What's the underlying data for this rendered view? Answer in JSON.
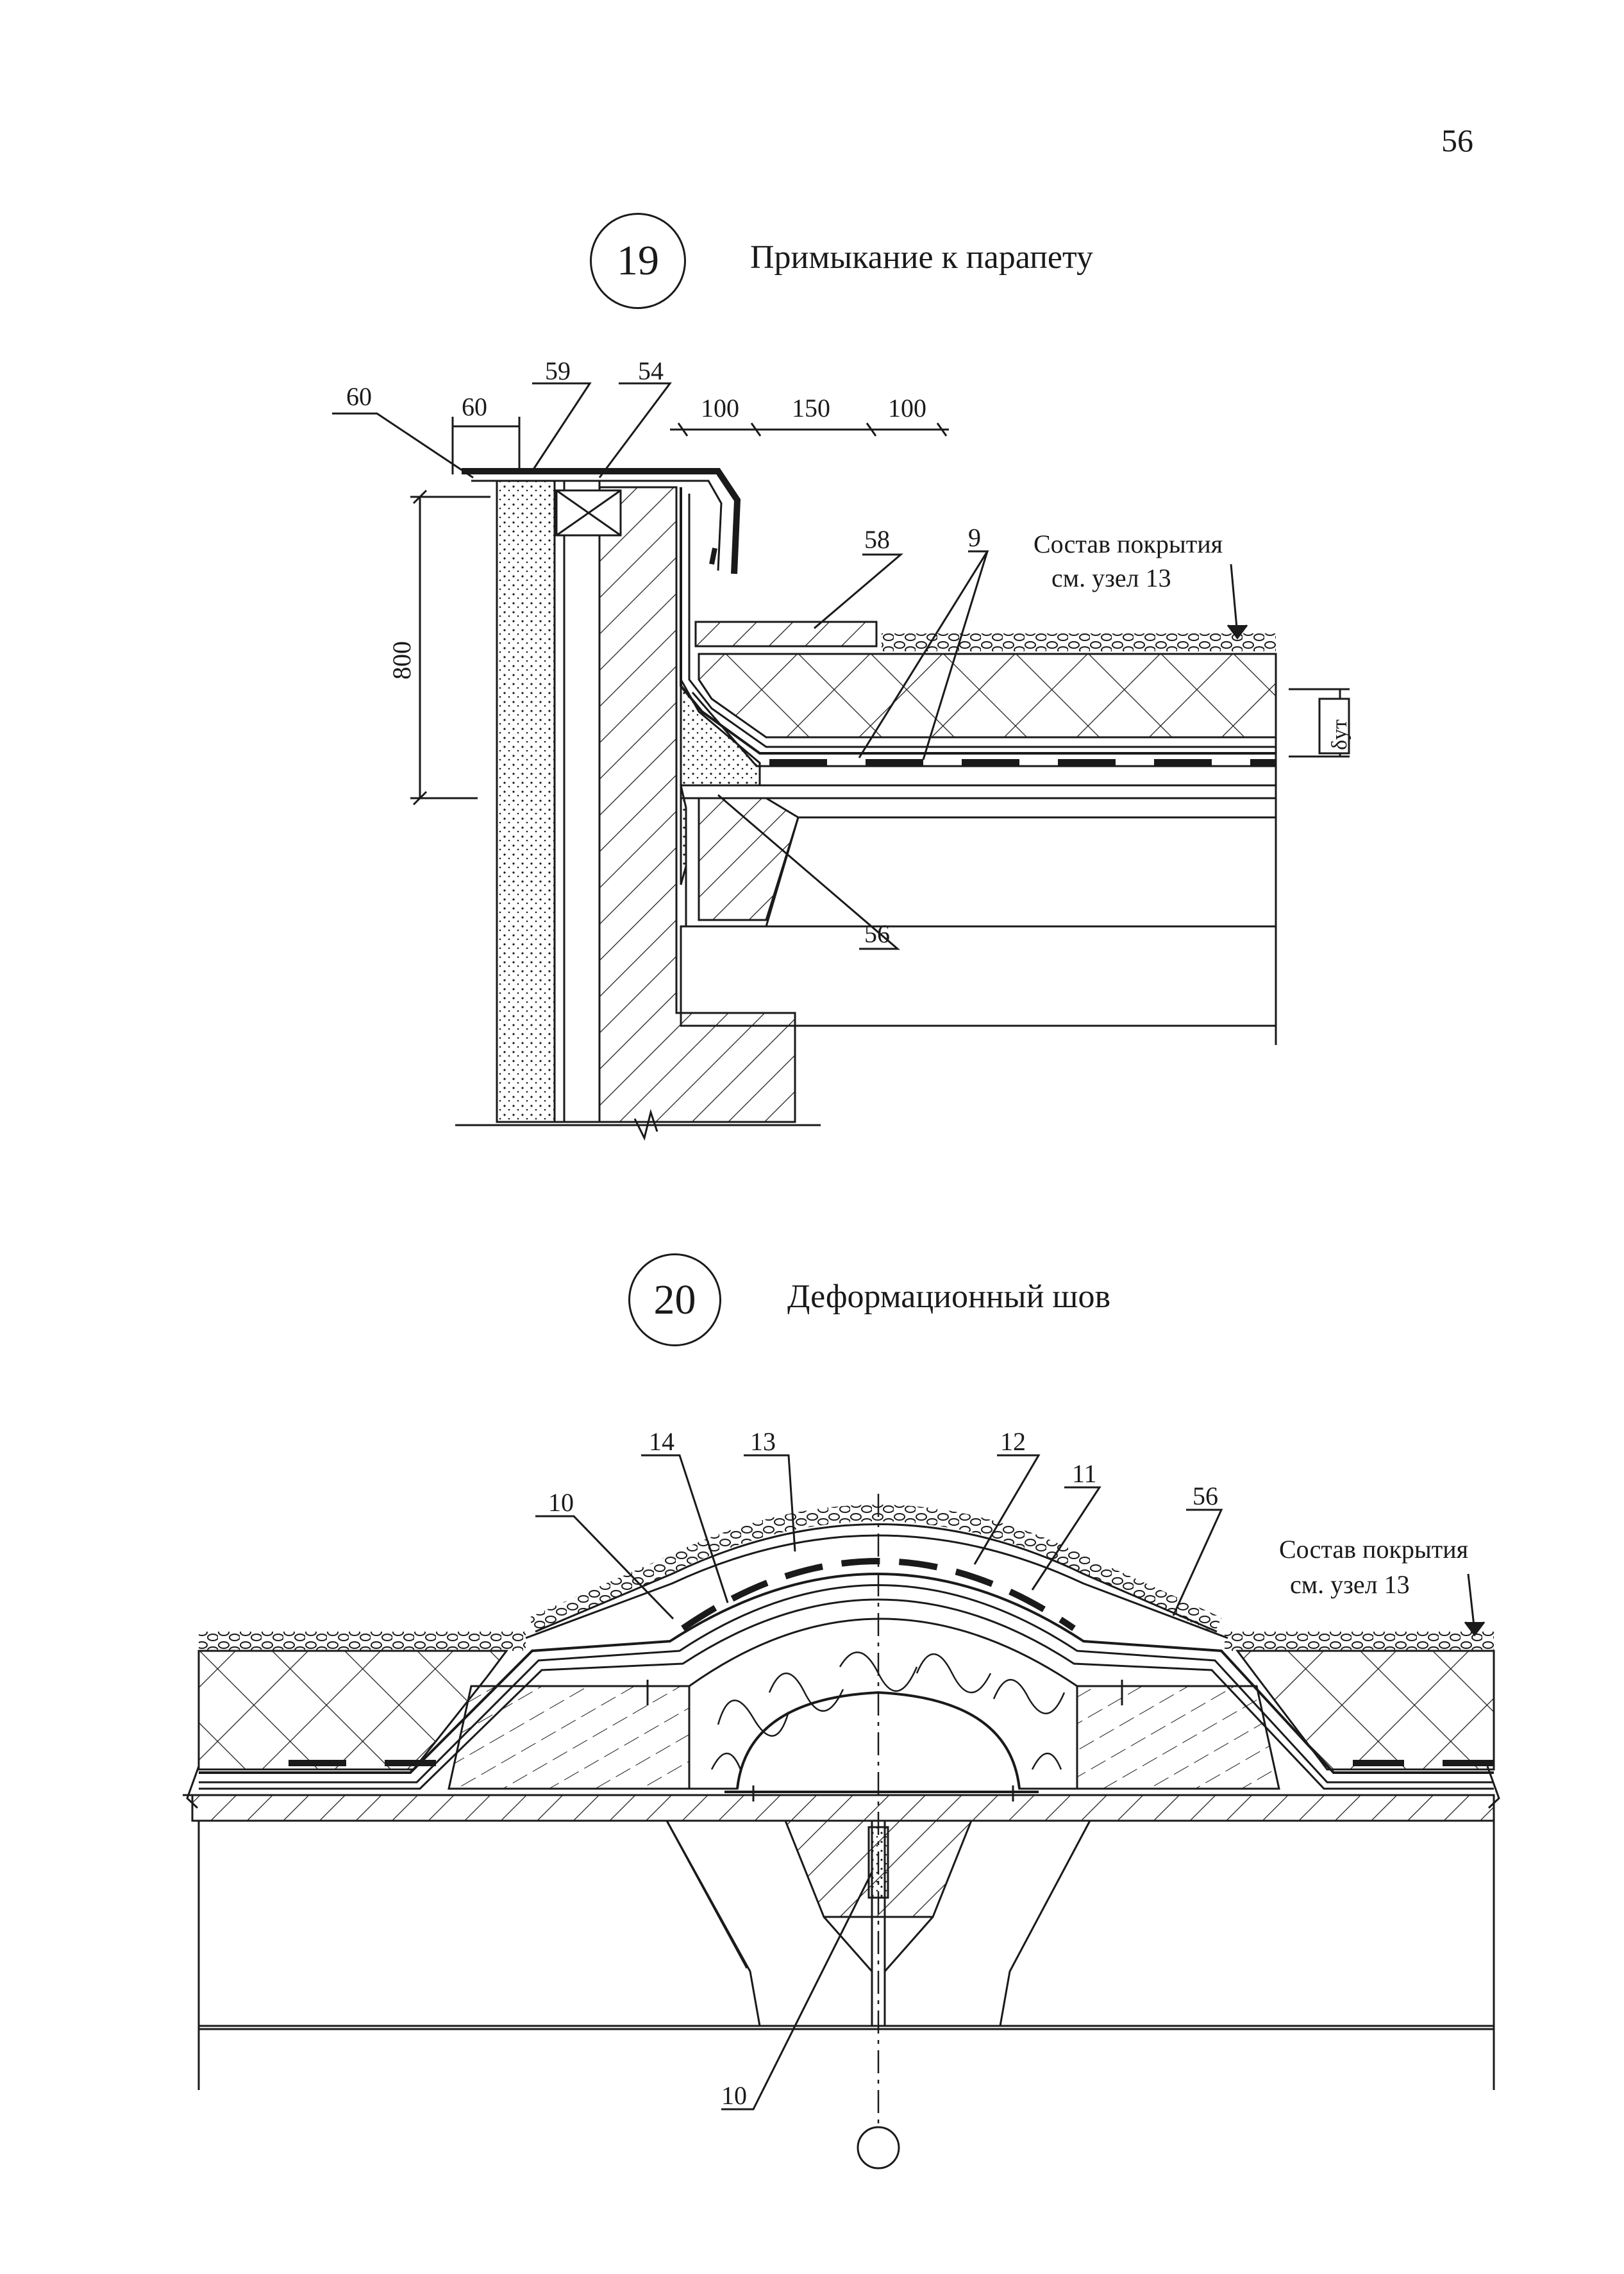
{
  "page_number": "56",
  "detail_19": {
    "number": "19",
    "title": "Примыкание к парапету",
    "dims_top": [
      "60",
      "100",
      "150",
      "100"
    ],
    "dim_height": "800",
    "callouts": [
      "60",
      "59",
      "54",
      "58",
      "9",
      "56"
    ],
    "note_line1": "Состав покрытия",
    "note_line2": "см. узел 13",
    "thickness_symbol": "δут"
  },
  "detail_20": {
    "number": "20",
    "title": "Деформационный шов",
    "callouts_top": [
      "14",
      "13",
      "12",
      "11",
      "10",
      "56"
    ],
    "callout_bottom": "10",
    "note_line1": "Состав покрытия",
    "note_line2": "см. узел 13"
  },
  "colors": {
    "ink": "#1a1a1a",
    "paper": "#ffffff"
  }
}
